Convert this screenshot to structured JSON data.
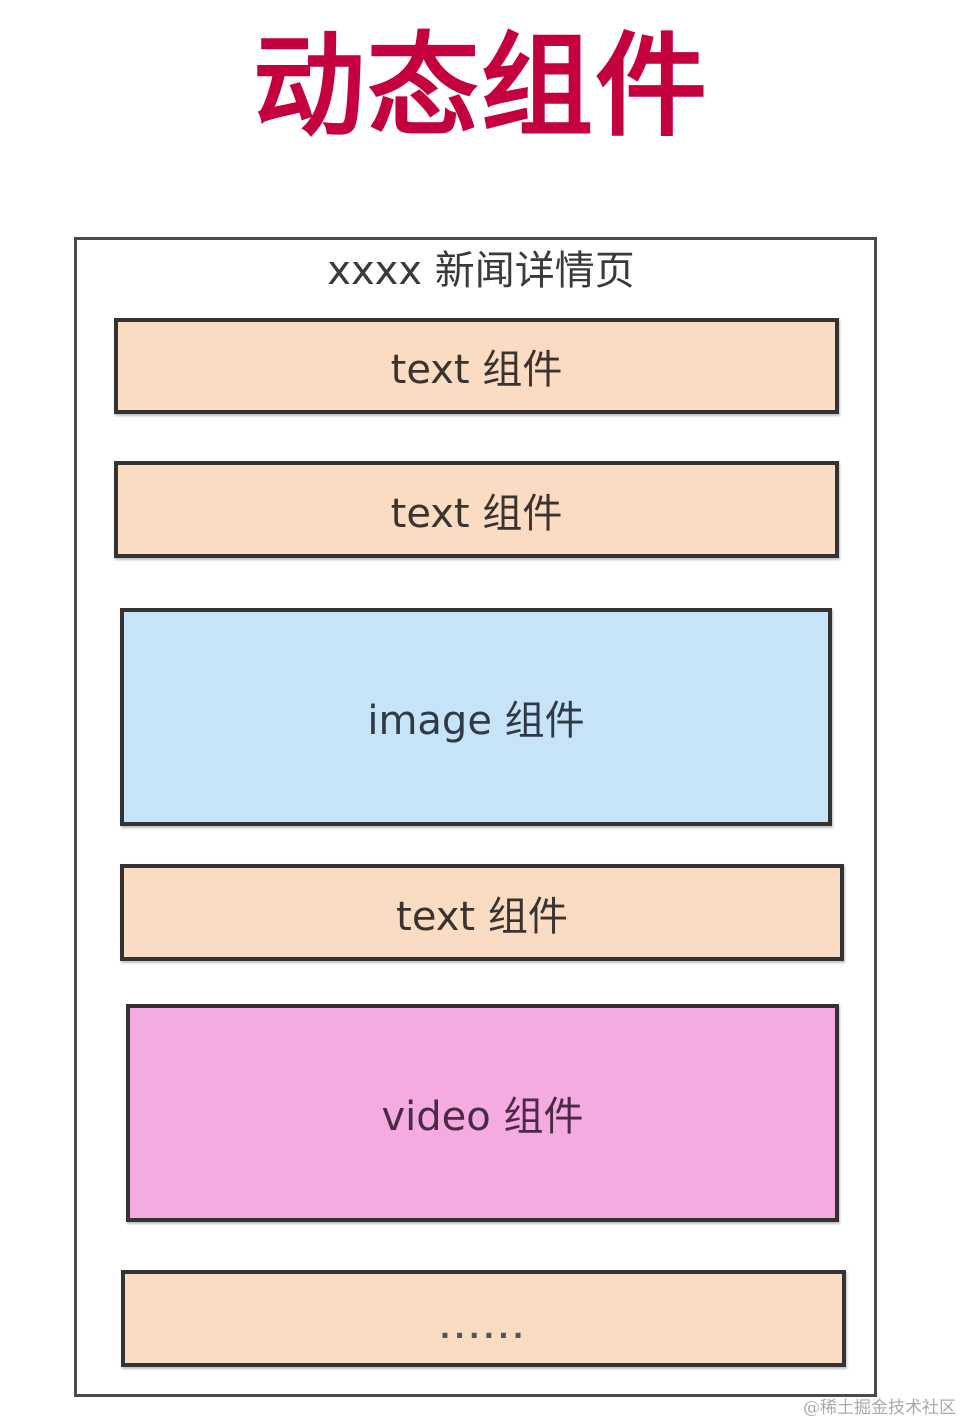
{
  "title": "动态组件",
  "page": {
    "title": "xxxx 新闻详情页",
    "components": [
      {
        "type": "text",
        "label": "text 组件"
      },
      {
        "type": "text",
        "label": "text 组件"
      },
      {
        "type": "image",
        "label": "image 组件"
      },
      {
        "type": "text",
        "label": "text 组件"
      },
      {
        "type": "video",
        "label": "video 组件"
      },
      {
        "type": "more",
        "label": "......"
      }
    ]
  },
  "colors": {
    "title": "#c4003f",
    "text_component": "#f9dcc2",
    "image_component": "#c6e3f8",
    "video_component": "#f4abe0"
  },
  "watermark": "@稀土掘金技术社区"
}
